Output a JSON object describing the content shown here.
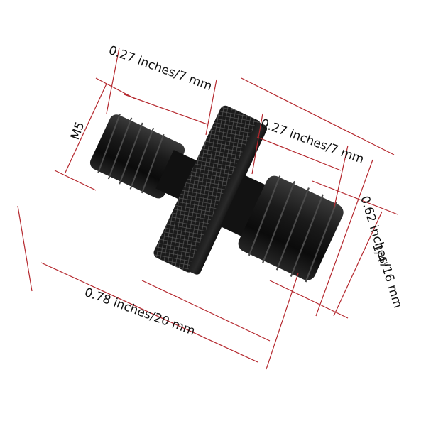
{
  "product": {
    "name": "double-ended screw adapter",
    "body_color": "#141414",
    "dimension_line_color": "#b5282e"
  },
  "dimensions": {
    "left_thread_length": "0.27 inches/7 mm",
    "right_thread_length": "0.27 inches/7 mm",
    "knob_diameter": "0.62 inches/16 mm",
    "total_length": "0.78 inches/20 mm",
    "left_thread_size": "M5",
    "right_thread_size": "1/4\""
  }
}
